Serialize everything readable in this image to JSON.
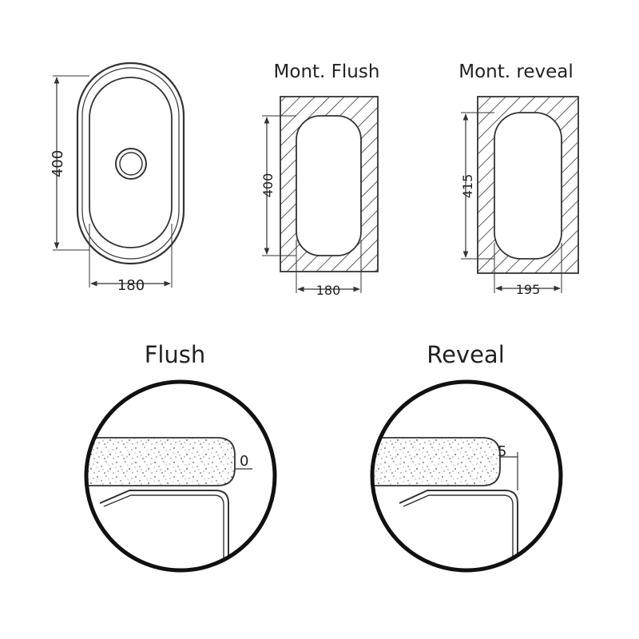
{
  "top_left": {
    "height_dim": "400",
    "width_dim": "180"
  },
  "mount_flush": {
    "title": "Mont. Flush",
    "height_dim": "400",
    "width_dim": "180"
  },
  "mount_reveal": {
    "title": "Mont. reveal",
    "height_dim": "415",
    "width_dim": "195"
  },
  "detail_flush": {
    "title": "Flush",
    "offset": "0"
  },
  "detail_reveal": {
    "title": "Reveal",
    "offset": "5"
  },
  "colors": {
    "line": "#333333",
    "hatch": "#333333",
    "background": "#ffffff"
  }
}
